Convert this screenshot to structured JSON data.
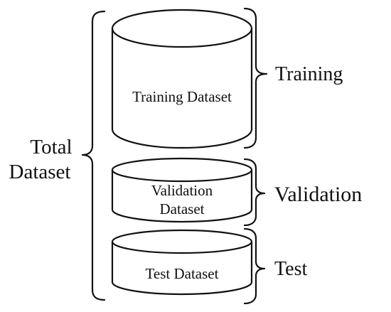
{
  "diagram": {
    "total_label_line1": "Total",
    "total_label_line2": "Dataset",
    "cylinders": {
      "training": {
        "label": "Training Dataset"
      },
      "validation": {
        "label_line1": "Validation",
        "label_line2": "Dataset"
      },
      "test": {
        "label": "Test Dataset"
      }
    },
    "groups": {
      "training": "Training",
      "validation": "Validation",
      "test": "Test"
    }
  }
}
